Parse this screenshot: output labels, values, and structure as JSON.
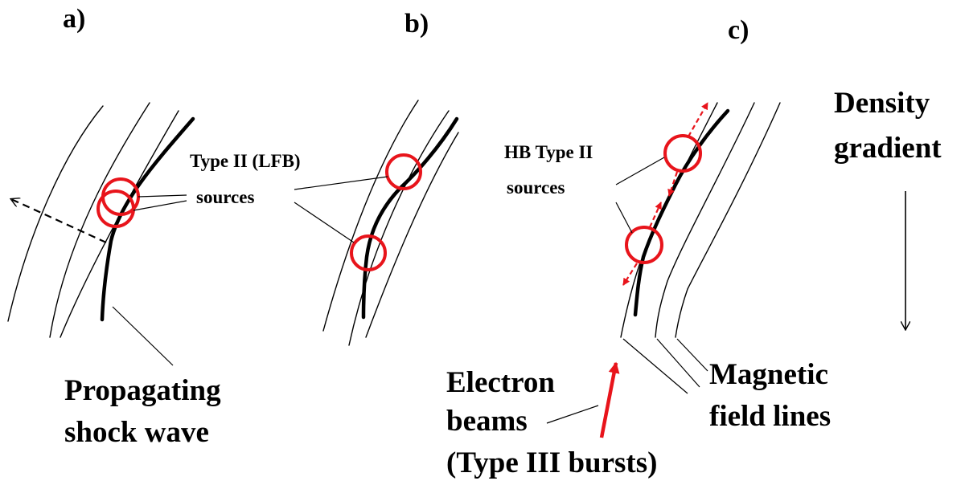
{
  "panels": {
    "a": {
      "label": "a)"
    },
    "b": {
      "label": "b)"
    },
    "c": {
      "label": "c)"
    }
  },
  "labels": {
    "type_ii_lfb": [
      "Type II (LFB)",
      "sources"
    ],
    "propagating_shock": [
      "Propagating",
      "shock wave"
    ],
    "hb_type_ii": [
      "HB Type II",
      "sources"
    ],
    "electron_beams": [
      "Electron",
      "beams",
      "(Type III bursts)"
    ],
    "magnetic_field_lines": [
      "Magnetic",
      "field lines"
    ],
    "density_gradient": [
      "Density",
      "gradient"
    ]
  },
  "colors": {
    "source_ring": "#e8141b",
    "line": "#000000",
    "background": "#ffffff"
  }
}
